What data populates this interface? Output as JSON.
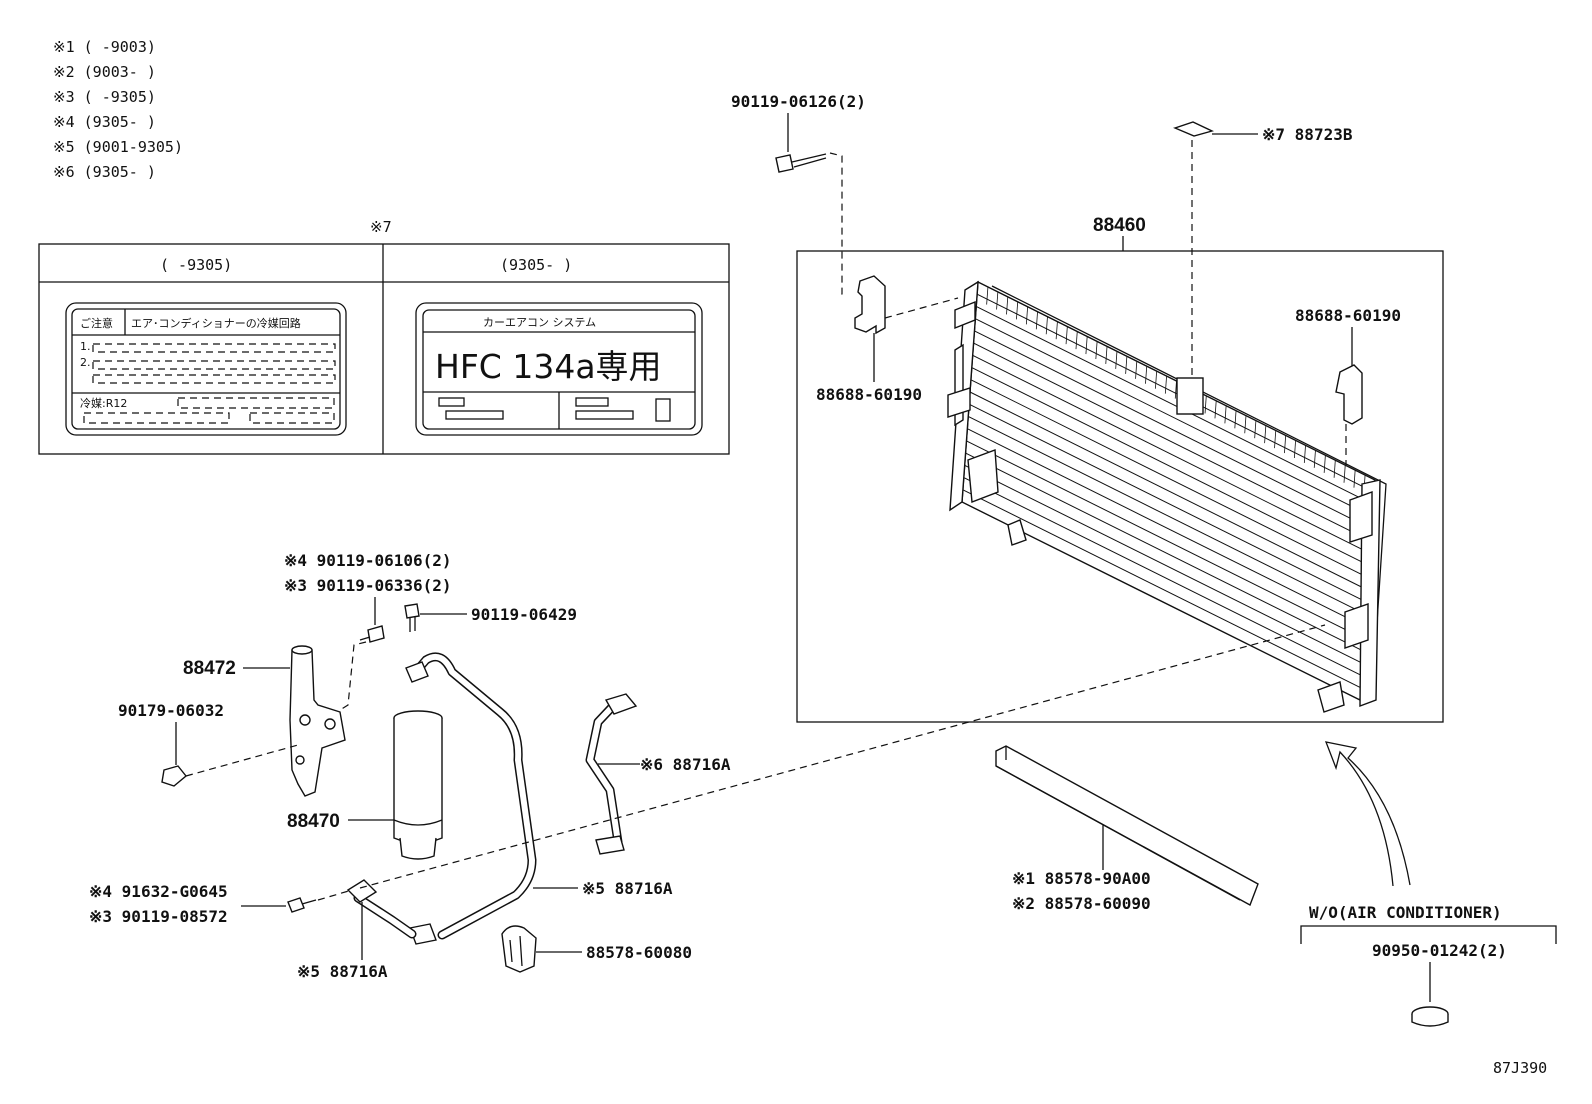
{
  "notes": [
    "※1 (      -9003)",
    "※2 (9003-      )",
    "※3 (      -9305)",
    "※4 (9305-      )",
    "※5 (9001-9305)",
    "※6 (9305-      )"
  ],
  "label_table": {
    "title": "※7",
    "left_header": "(      -9305)",
    "right_header": "(9305-      )",
    "left_label": {
      "caution": "ご注意",
      "heading": "エア･コンディショナーの冷媒回路",
      "line1": "1.",
      "line2": "2.",
      "refrigerant": "冷媒:R12"
    },
    "right_label": {
      "heading": "カーエアコン システム",
      "big": "HFC 134a専用"
    }
  },
  "parts": {
    "p_90119_06126": "90119-06126(2)",
    "p_88723B": "※7 88723B",
    "p_88460": "88460",
    "p_88688_left": "88688-60190",
    "p_88688_right": "88688-60190",
    "p_90119_06106": "※4 90119-06106(2)",
    "p_90119_06336": "※3 90119-06336(2)",
    "p_90119_06429": "90119-06429",
    "p_88472": "88472",
    "p_90179_06032": "90179-06032",
    "p_88716A_6": "※6 88716A",
    "p_88470": "88470",
    "p_88716A_5a": "※5 88716A",
    "p_91632": "※4 91632-G0645",
    "p_90119_08572": "※3 90119-08572",
    "p_88716A_5b": "※5 88716A",
    "p_88578_60080": "88578-60080",
    "p_88578_90A00": "※1 88578-90A00",
    "p_88578_60090": "※2 88578-60090",
    "wo_ac": "W/O(AIR CONDITIONER)",
    "p_90950": "90950-01242(2)"
  },
  "figure_code": "87J390"
}
